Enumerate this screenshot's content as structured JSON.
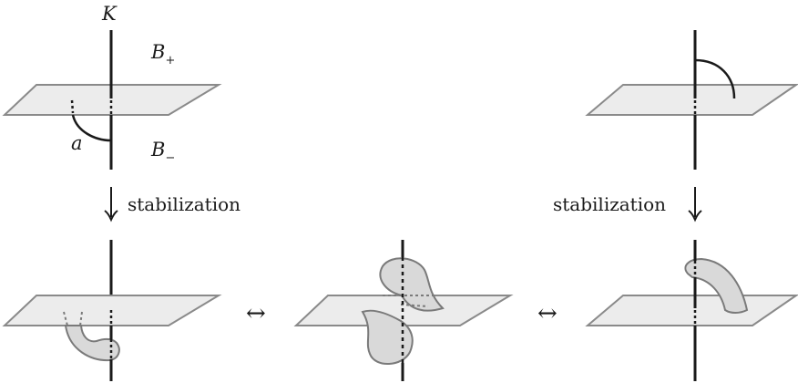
{
  "labels": {
    "knot": "K",
    "upper_ball": "B",
    "upper_ball_sub": "+",
    "lower_ball": "B",
    "lower_ball_sub": "−",
    "arc": "a",
    "stabilization_left": "stabilization",
    "stabilization_right": "stabilization",
    "equivalence_1": "↔",
    "equivalence_2": "↔",
    "down_arrow_left": "↓",
    "down_arrow_right": "↓"
  },
  "colors": {
    "plane_fill": "#ececec",
    "plane_stroke": "#8a8a8a",
    "knot": "#1a1a1a",
    "band_fill": "#d9d9d9",
    "band_stroke": "#7a7a7a"
  }
}
